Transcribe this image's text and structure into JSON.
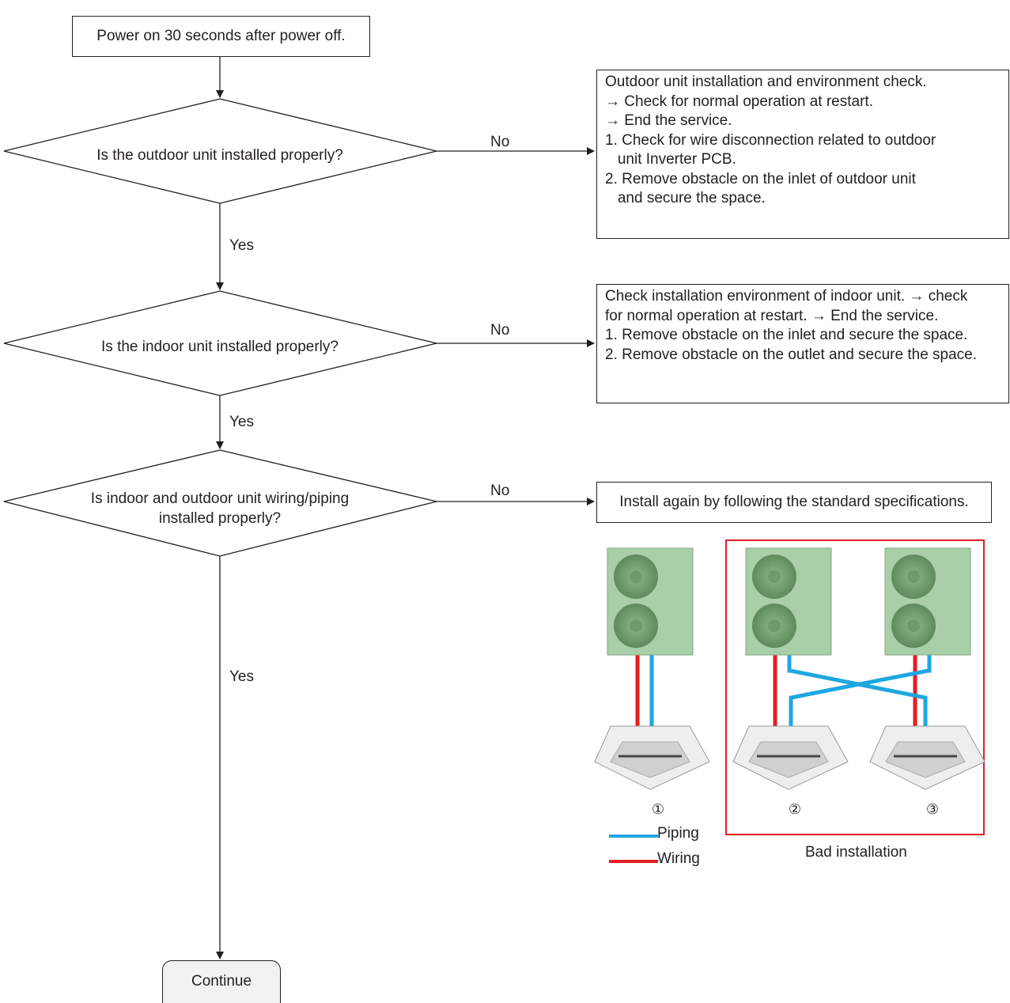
{
  "start": {
    "text": "Power on 30 seconds after power off."
  },
  "decisions": [
    {
      "text": "Is the outdoor unit installed properly?",
      "yes": "Yes",
      "no": "No"
    },
    {
      "text": "Is the indoor unit installed properly?",
      "yes": "Yes",
      "no": "No"
    },
    {
      "text": "Is indoor and outdoor unit wiring/piping\ninstalled properly?",
      "yes": "Yes",
      "no": "No"
    }
  ],
  "actions": [
    {
      "text": "Outdoor unit installation and environment check.\n→ Check for normal operation at restart.\n→ End the service.\n1. Check for wire disconnection related to outdoor\n   unit Inverter PCB.\n2. Remove obstacle on the inlet of outdoor unit\n   and secure the space."
    },
    {
      "text": "Check installation environment of indoor unit. → check\nfor normal operation at restart. → End the service.\n1. Remove obstacle on the inlet and secure the space.\n2. Remove obstacle on the outlet and secure the space."
    },
    {
      "text": "Install again by following the standard specifications."
    }
  ],
  "end": {
    "text": "Continue"
  },
  "illustration": {
    "numbers": [
      "①",
      "②",
      "③"
    ],
    "legend": {
      "piping": "Piping",
      "wiring": "Wiring"
    },
    "bad_label": "Bad installation",
    "colors": {
      "piping": "#1ea7e1",
      "wiring": "#e31e24",
      "unit_body": "#a9cfa8",
      "frame": "#e31e24"
    }
  }
}
